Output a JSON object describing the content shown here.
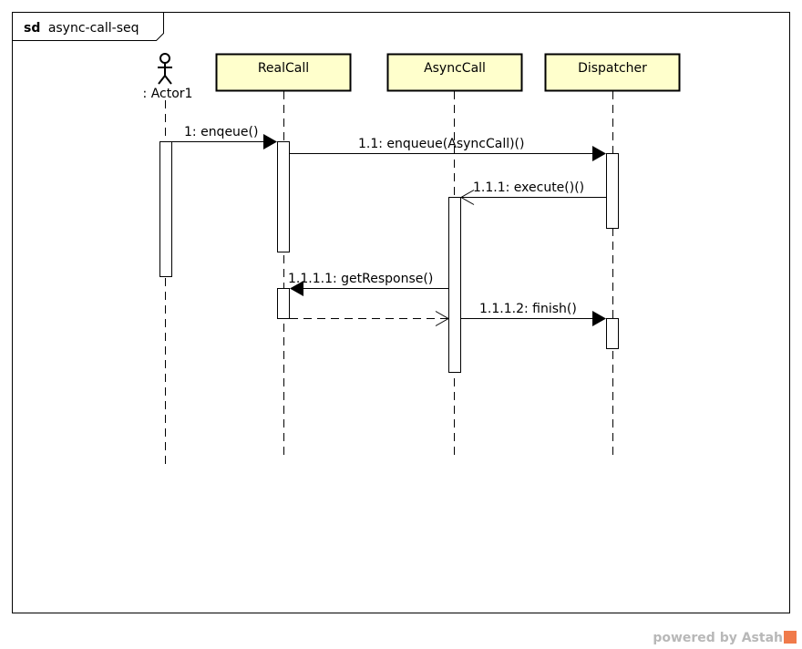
{
  "frame": {
    "keyword": "sd",
    "name": "async-call-seq"
  },
  "actor": {
    "label": ": Actor1"
  },
  "lifelines": [
    {
      "label": "RealCall"
    },
    {
      "label": "AsyncCall"
    },
    {
      "label": "Dispatcher"
    }
  ],
  "messages": [
    {
      "label": "1: enqeue()"
    },
    {
      "label": "1.1: enqueue(AsyncCall)()"
    },
    {
      "label": "1.1.1: execute()()"
    },
    {
      "label": "1.1.1.1: getResponse()"
    },
    {
      "label": "1.1.1.2: finish()"
    }
  ],
  "colors": {
    "lifeline_fill": "#ffffcc",
    "stroke": "#000000",
    "watermark": "#b8b8b8",
    "logo": "#f07a4a"
  },
  "footer": {
    "powered_by": "powered by Astah"
  }
}
